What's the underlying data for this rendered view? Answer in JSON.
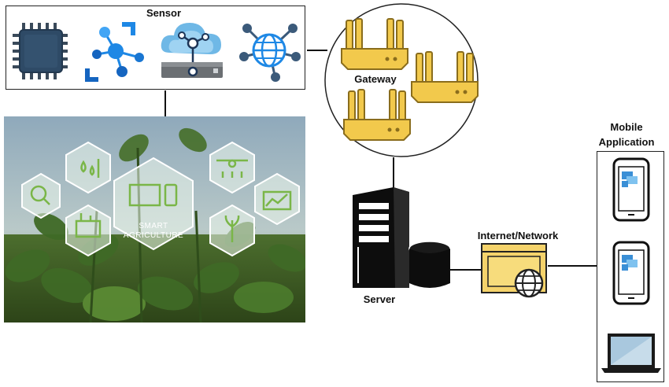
{
  "sensor": {
    "title": "Sensor",
    "icons": [
      "cpu-chip-icon",
      "azure-iot-hub-icon",
      "cloud-network-device-icon",
      "globe-network-icon"
    ]
  },
  "gateway": {
    "title": "Gateway",
    "router_count": 3
  },
  "scene": {
    "center_text_line1": "SMART",
    "center_text_line2": "AGRICULTURE",
    "hex_icons": [
      "magnifier-bacteria-icon",
      "water-drops-thermometer-icon",
      "monitor-phone-icon",
      "drone-irrigation-icon",
      "factory-icon",
      "wheat-plant-icon",
      "line-chart-icon"
    ]
  },
  "server": {
    "title": "Server"
  },
  "network": {
    "title": "Internet/Network"
  },
  "mobile": {
    "title_line1": "Mobile",
    "title_line2": "Application",
    "devices": [
      "smartphone-icon",
      "smartphone-icon",
      "laptop-icon"
    ]
  },
  "colors": {
    "router": "#f2c94c",
    "router_outline": "#8a6d1c",
    "chip": "#2e4a66",
    "azure": "#1e88e5",
    "network_blue": "#3b6ea5",
    "scene_green": "#7ab648",
    "folder_yellow": "#f5d36b"
  }
}
